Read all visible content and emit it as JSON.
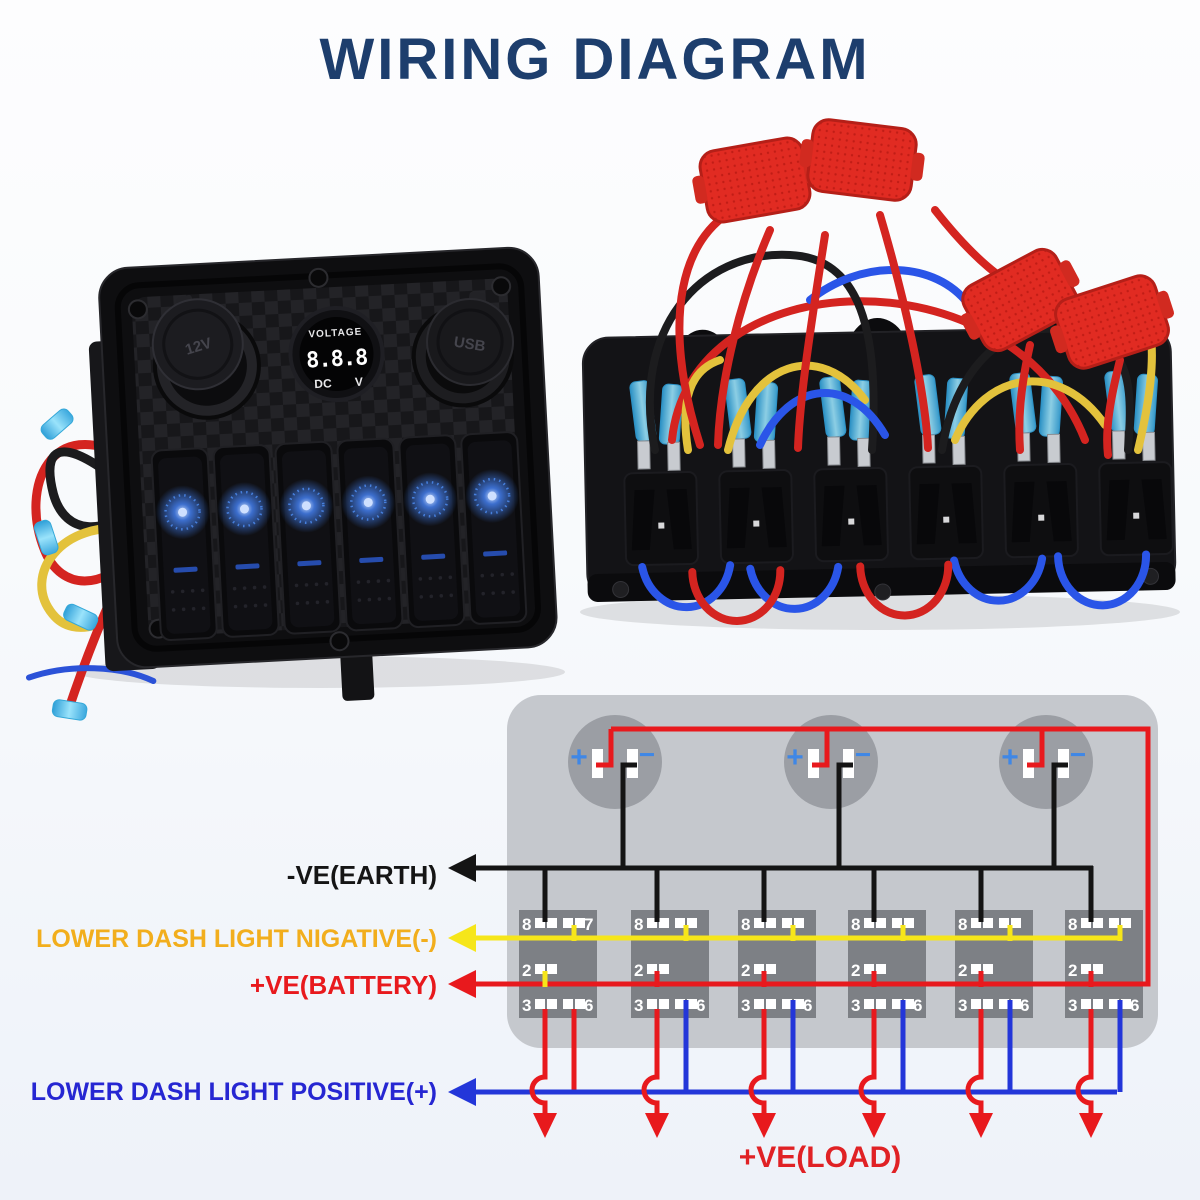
{
  "title": "WIRING DIAGRAM",
  "front_panel": {
    "voltmeter": {
      "title": "VOLTAGE",
      "value": "8.8.8",
      "unit_dc": "DC",
      "unit_v": "V"
    },
    "socket_12v_label": "12V",
    "socket_usb_label": "USB"
  },
  "schematic": {
    "socket_plus": "+",
    "socket_minus": "−",
    "pins": {
      "p8": "8",
      "p7": "7",
      "p2": "2",
      "p3": "3",
      "p6": "6"
    },
    "labels": {
      "earth": "-VE(EARTH)",
      "dash_negative": "LOWER DASH LIGHT NIGATIVE(-)",
      "battery": "+VE(BATTERY)",
      "dash_positive": "LOWER DASH LIGHT POSITIVE(+)",
      "load": "+VE(LOAD)"
    },
    "colors": {
      "earth_wire": "#141414",
      "dash_negative_wire": "#f6e61a",
      "battery_wire": "#e8191d",
      "dash_positive_wire": "#2336d9",
      "earth_label": "#151515",
      "dash_negative_label": "#f2ae1d",
      "battery_label": "#e8191d",
      "dash_positive_label": "#2626d2",
      "load_label": "#e02125",
      "panel": "#c5c8cd",
      "socket_circle": "#9b9ea4",
      "switch_block": "#7d8085",
      "terminal_symbol": "#3f87e6"
    }
  }
}
